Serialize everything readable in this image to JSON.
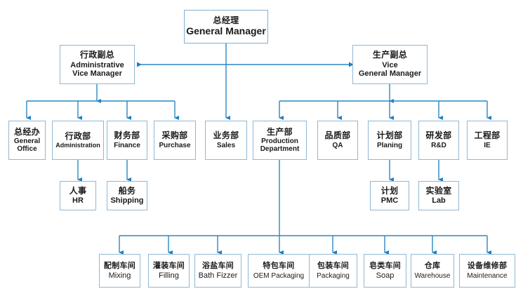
{
  "diagram": {
    "title_cn": "",
    "colors": {
      "box_border": "#8fb8d4",
      "connector": "#1f7fc0",
      "background": "#ffffff",
      "text": "#1a1a1a"
    }
  },
  "level1": {
    "gm": {
      "cn": "总经理",
      "en": "General Manager"
    }
  },
  "level2": [
    {
      "id": "admin-vm",
      "cn": "行政副总",
      "en_line1": "Administrative",
      "en_line2": "Vice Manager"
    },
    {
      "id": "prod-vm",
      "cn": "生产副总",
      "en_line1": "Vice",
      "en_line2": "General Manager"
    }
  ],
  "level3": [
    {
      "id": "general-office",
      "cn": "总经办",
      "en_line1": "General",
      "en_line2": "Office"
    },
    {
      "id": "administration",
      "cn": "行政部",
      "en_line1": "Administration",
      "en_line2": ""
    },
    {
      "id": "finance",
      "cn": "财务部",
      "en_line1": "Finance",
      "en_line2": ""
    },
    {
      "id": "purchase",
      "cn": "采购部",
      "en_line1": "Purchase",
      "en_line2": ""
    },
    {
      "id": "sales",
      "cn": "业务部",
      "en_line1": "Sales",
      "en_line2": ""
    },
    {
      "id": "production",
      "cn": "生产部",
      "en_line1": "Production",
      "en_line2": "Department"
    },
    {
      "id": "qa",
      "cn": "品质部",
      "en_line1": "QA",
      "en_line2": ""
    },
    {
      "id": "planning",
      "cn": "计划部",
      "en_line1": "Planing",
      "en_line2": ""
    },
    {
      "id": "rnd",
      "cn": "研发部",
      "en_line1": "R&D",
      "en_line2": ""
    },
    {
      "id": "ie",
      "cn": "工程部",
      "en_line1": "IE",
      "en_line2": ""
    }
  ],
  "level4": [
    {
      "id": "hr",
      "cn": "人事",
      "en": "HR"
    },
    {
      "id": "shipping",
      "cn": "船务",
      "en": "Shipping"
    },
    {
      "id": "pmc",
      "cn": "计划",
      "en": "PMC"
    },
    {
      "id": "lab",
      "cn": "实验室",
      "en": "Lab"
    }
  ],
  "level5": [
    {
      "id": "mixing",
      "cn": "配制车间",
      "en": "Mixing"
    },
    {
      "id": "filling",
      "cn": "灌装车间",
      "en": "Filling"
    },
    {
      "id": "bath-fizzer",
      "cn": "浴盐车间",
      "en": "Bath Fizzer"
    },
    {
      "id": "oem-packaging",
      "cn": "特包车间",
      "en": "OEM Packaging"
    },
    {
      "id": "packaging",
      "cn": "包装车间",
      "en": "Packaging"
    },
    {
      "id": "soap",
      "cn": "皂类车间",
      "en": "Soap"
    },
    {
      "id": "warehouse",
      "cn": "仓库",
      "en": "Warehouse"
    },
    {
      "id": "maintenance",
      "cn": "设备维修部",
      "en": "Maintenance"
    }
  ]
}
